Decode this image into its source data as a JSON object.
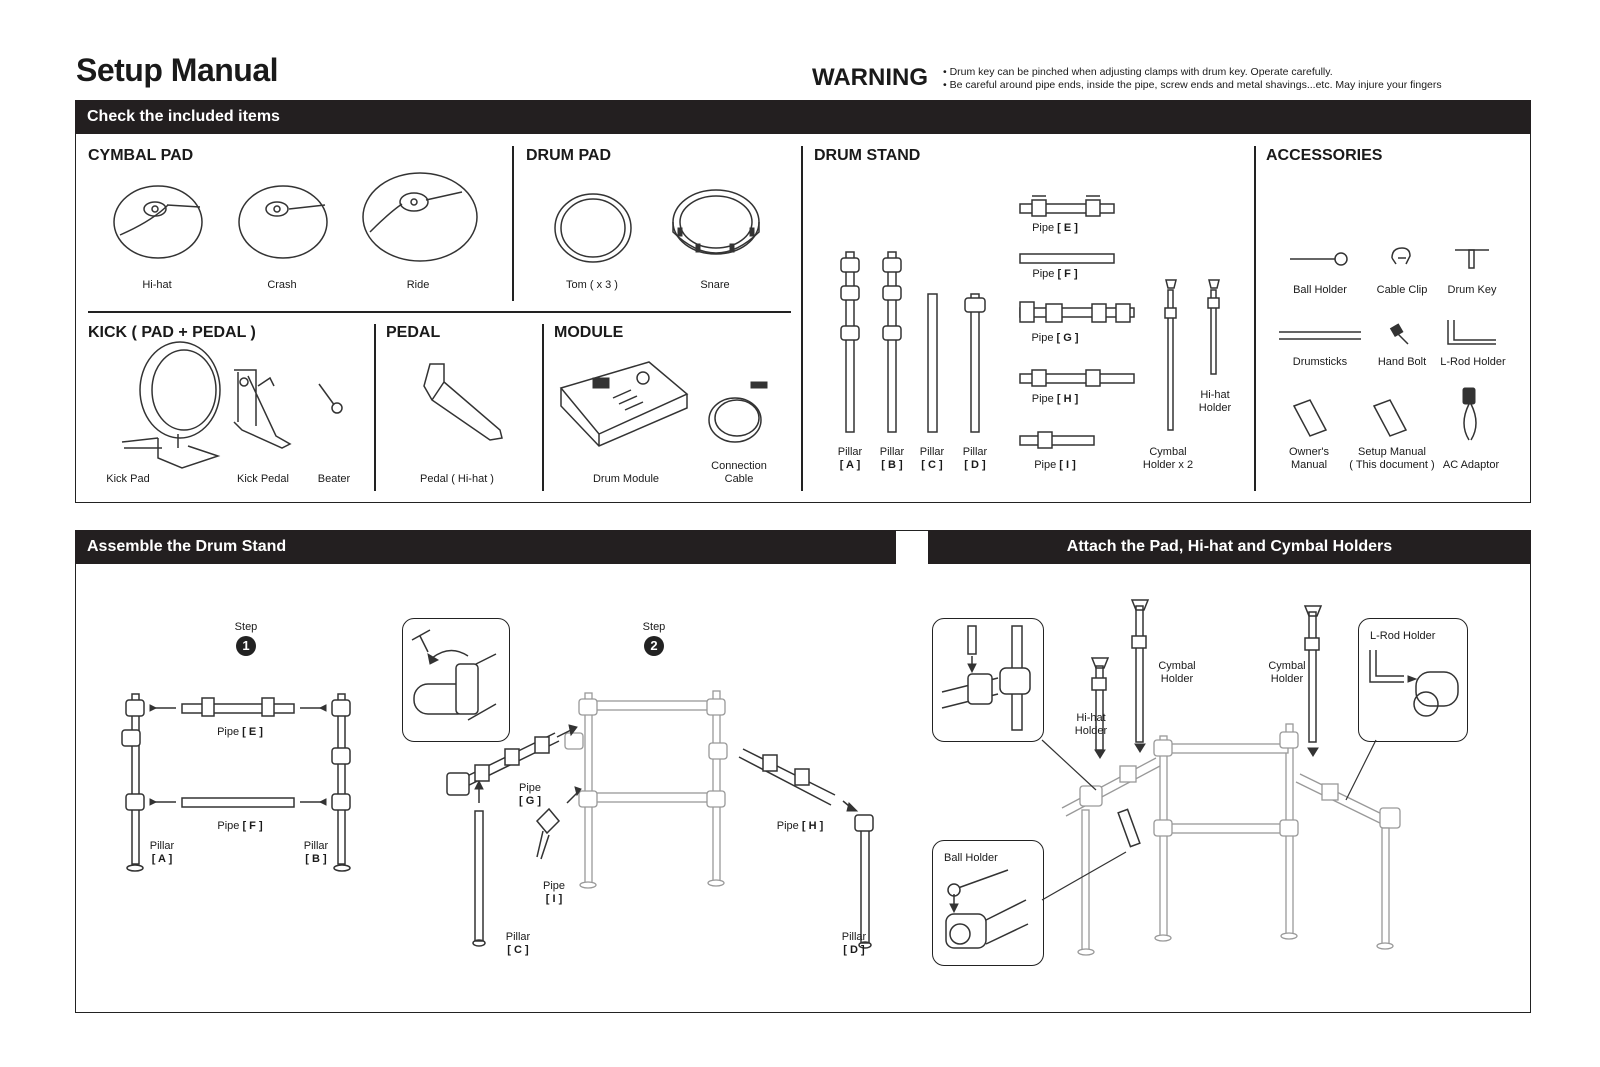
{
  "header": {
    "title": "Setup Manual",
    "warning_title": "WARNING",
    "warning_lines": [
      "• Drum key can be pinched when adjusting clamps with drum key. Operate carefully.",
      "• Be careful around pipe ends, inside the pipe, screw ends and metal shavings...etc. May injure your fingers"
    ]
  },
  "included": {
    "bar_title": "Check the included items",
    "cymbal_pad": {
      "heading": "CYMBAL PAD",
      "items": [
        "Hi-hat",
        "Crash",
        "Ride"
      ]
    },
    "drum_pad": {
      "heading": "DRUM PAD",
      "items": [
        "Tom ( x 3 )",
        "Snare"
      ]
    },
    "kick": {
      "heading": "KICK ( PAD + PEDAL )",
      "items": [
        "Kick Pad",
        "Kick Pedal",
        "Beater"
      ]
    },
    "pedal": {
      "heading": "PEDAL",
      "items": [
        "Pedal ( Hi-hat )"
      ]
    },
    "module": {
      "heading": "MODULE",
      "items": [
        "Drum Module",
        "Connection",
        "Cable"
      ]
    },
    "drum_stand": {
      "heading": "DRUM STAND",
      "pillar_word": "Pillar",
      "pillars": [
        "[ A ]",
        "[ B ]",
        "[ C ]",
        "[ D ]"
      ],
      "pipe_word": "Pipe",
      "pipes": [
        "[ E ]",
        "[ F ]",
        "[ G ]",
        "[ H ]",
        "[ I ]"
      ],
      "cymbal_holder": [
        "Cymbal",
        "Holder x 2"
      ],
      "hihat_holder": [
        "Hi-hat",
        "Holder"
      ]
    },
    "accessories": {
      "heading": "ACCESSORIES",
      "row1": [
        "Ball Holder",
        "Cable Clip",
        "Drum Key"
      ],
      "row2": [
        "Drumsticks",
        "Hand Bolt",
        "L-Rod Holder"
      ],
      "owners": [
        "Owner's",
        "Manual"
      ],
      "setup": [
        "Setup Manual",
        "( This document )"
      ],
      "ac": "AC Adaptor"
    }
  },
  "assemble": {
    "bar_title": "Assemble the Drum Stand",
    "step_word": "Step",
    "step1": "1",
    "step2": "2",
    "pipe_word": "Pipe",
    "pillar_word": "Pillar",
    "s1_pipe_e": "[ E ]",
    "s1_pipe_f": "[ F ]",
    "s1_pillar_a": "[ A ]",
    "s1_pillar_b": "[ B ]",
    "s2_pipe_g": "[ G ]",
    "s2_pipe_h": "[ H ]",
    "s2_pipe_i": "[ I ]",
    "s2_pillar_c": "[ C ]",
    "s2_pillar_d": "[ D ]"
  },
  "attach": {
    "bar_title": "Attach the Pad, Hi-hat and Cymbal Holders",
    "lrod": "L-Rod Holder",
    "ball": "Ball Holder",
    "cymbal1": [
      "Cymbal",
      "Holder"
    ],
    "cymbal2": [
      "Cymbal",
      "Holder"
    ],
    "hihat": [
      "Hi-hat",
      "Holder"
    ]
  }
}
